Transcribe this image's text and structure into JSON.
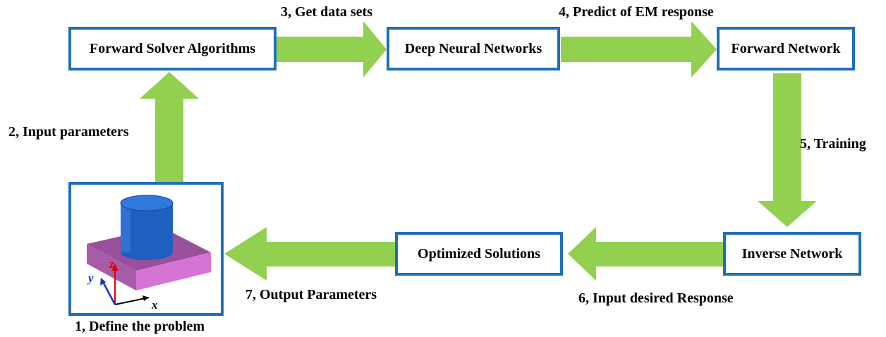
{
  "nodes": {
    "forward_solver": "Forward Solver Algorithms",
    "dnn": "Deep Neural Networks",
    "forward_network": "Forward Network",
    "inverse_network": "Inverse Network",
    "optimized_solutions": "Optimized Solutions"
  },
  "steps": {
    "step1": "1, Define the problem",
    "step2": "2, Input parameters",
    "step3": "3, Get data sets",
    "step4": "4, Predict of EM response",
    "step5": "5, Training",
    "step6": "6, Input desired Response",
    "step7": "7, Output Parameters"
  },
  "axes": {
    "x": "x",
    "y": "y",
    "z": "z"
  },
  "colors": {
    "box_border": "#1f6fb8",
    "arrow": "#92d050",
    "cylinder": "#1f66c9",
    "slab": "#c86cc8"
  }
}
